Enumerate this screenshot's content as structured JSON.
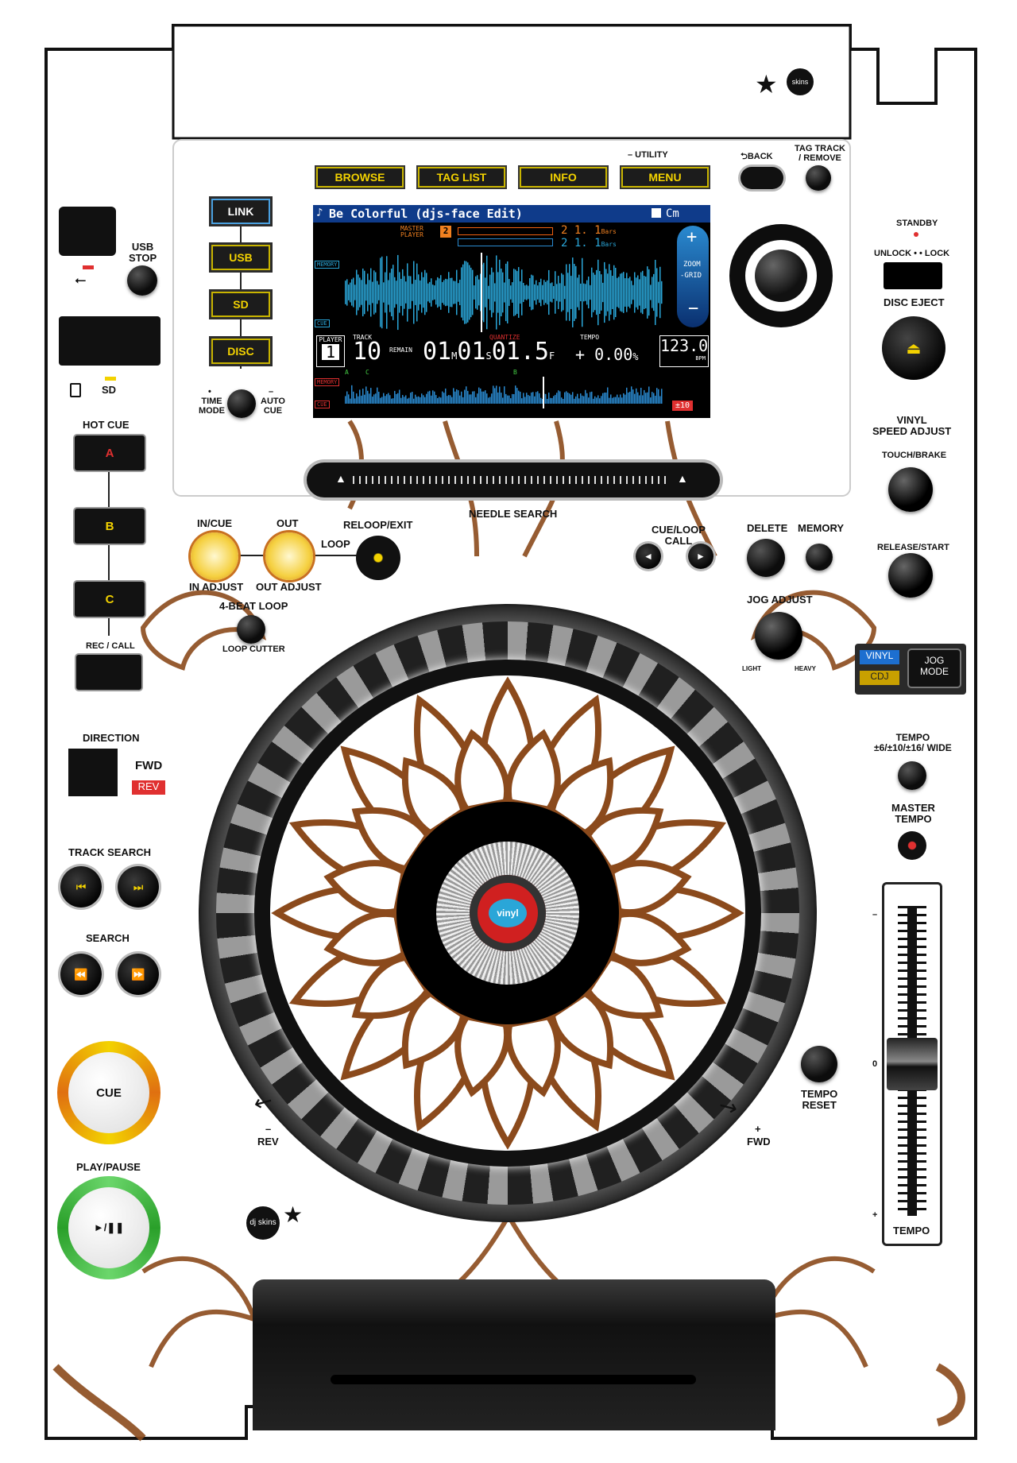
{
  "screen": {
    "track_title": "Be Colorful (djs-face Edit)",
    "key": "Cm",
    "master_label": "MASTER\nPLAYER",
    "player_num": "2",
    "bars_1": "2 1. 1",
    "bars_2": "2 1. 1",
    "bars_unit": "Bars",
    "zoom_label": "ZOOM",
    "grid_label": "GRID",
    "memory_tag": "MEMORY",
    "cue_tag": "CUE",
    "player_label": "PLAYER",
    "player_number": "1",
    "track_label": "TRACK",
    "track_number": "10",
    "remain_label": "REMAIN",
    "time_m": "01",
    "time_s": "01",
    "time_f": "01.5",
    "quantize_label": "QUANTIZE",
    "tempo_label": "TEMPO",
    "tempo_value": "+ 0.00",
    "tempo_unit": "%",
    "bpm_value": "123.0",
    "bpm_unit": "BPM",
    "range_badge": "±10",
    "marker_a": "A",
    "marker_c": "C",
    "marker_b": "B",
    "playhead_fraction": 0.5
  },
  "top_buttons": {
    "browse": "BROWSE",
    "tag_list": "TAG LIST",
    "info": "INFO",
    "menu": "MENU",
    "utility": "– UTILITY",
    "back": "BACK",
    "tag_track": "TAG TRACK\n/ REMOVE"
  },
  "source_buttons": {
    "link": "LINK",
    "usb": "USB",
    "sd": "SD",
    "disc": "DISC"
  },
  "left": {
    "usb_stop": "USB\nSTOP",
    "sd_label": "SD",
    "time_mode": "TIME\nMODE",
    "auto_cue": "AUTO\nCUE",
    "auto_cue_dash": "–",
    "time_mode_dot": "•",
    "hot_cue": "HOT CUE",
    "hot_a": "A",
    "hot_b": "B",
    "hot_c": "C",
    "rec_call": "REC / CALL",
    "direction": "DIRECTION",
    "fwd": "FWD",
    "rev": "REV",
    "track_search": "TRACK SEARCH",
    "search": "SEARCH",
    "cue": "CUE",
    "play_pause": "PLAY/PAUSE",
    "play_icon": "►/❚❚"
  },
  "loop": {
    "in_cue": "IN/CUE",
    "out": "OUT",
    "reloop_exit": "RELOOP/EXIT",
    "loop": "LOOP",
    "in_adjust": "IN ADJUST",
    "out_adjust": "OUT ADJUST",
    "beat_loop": "4-BEAT LOOP",
    "loop_cutter": "LOOP CUTTER",
    "needle_search": "NEEDLE SEARCH"
  },
  "right": {
    "standby": "STANDBY",
    "unlock_lock": "UNLOCK • • LOCK",
    "disc_eject": "DISC EJECT",
    "vinyl_speed": "VINYL\nSPEED ADJUST",
    "touch_brake": "TOUCH/BRAKE",
    "release_start": "RELEASE/START",
    "cue_loop_call": "CUE/LOOP\nCALL",
    "delete": "DELETE",
    "memory": "MEMORY",
    "jog_adjust": "JOG ADJUST",
    "light": "LIGHT",
    "heavy": "HEAVY",
    "vinyl": "VINYL",
    "cdj": "CDJ",
    "jog_mode": "JOG\nMODE",
    "tempo_range": "TEMPO\n±6/±10/±16/ WIDE",
    "master_tempo": "MASTER\nTEMPO",
    "tempo_reset": "TEMPO\nRESET",
    "tempo": "TEMPO",
    "fader_minus": "–",
    "fader_plus": "+",
    "fader_zero": "0"
  },
  "jog": {
    "rev": "REV",
    "rev_sign": "–",
    "fwd": "FWD",
    "fwd_sign": "+",
    "center_label": "vinyl"
  },
  "brand": {
    "logo_text": "dj skins",
    "logo_small": "skins"
  },
  "colors": {
    "accent_yellow": "#f3d200",
    "henna_brown": "#8b4a1c",
    "screen_blue": "#2aa6d8",
    "rev_red": "#e03030"
  }
}
